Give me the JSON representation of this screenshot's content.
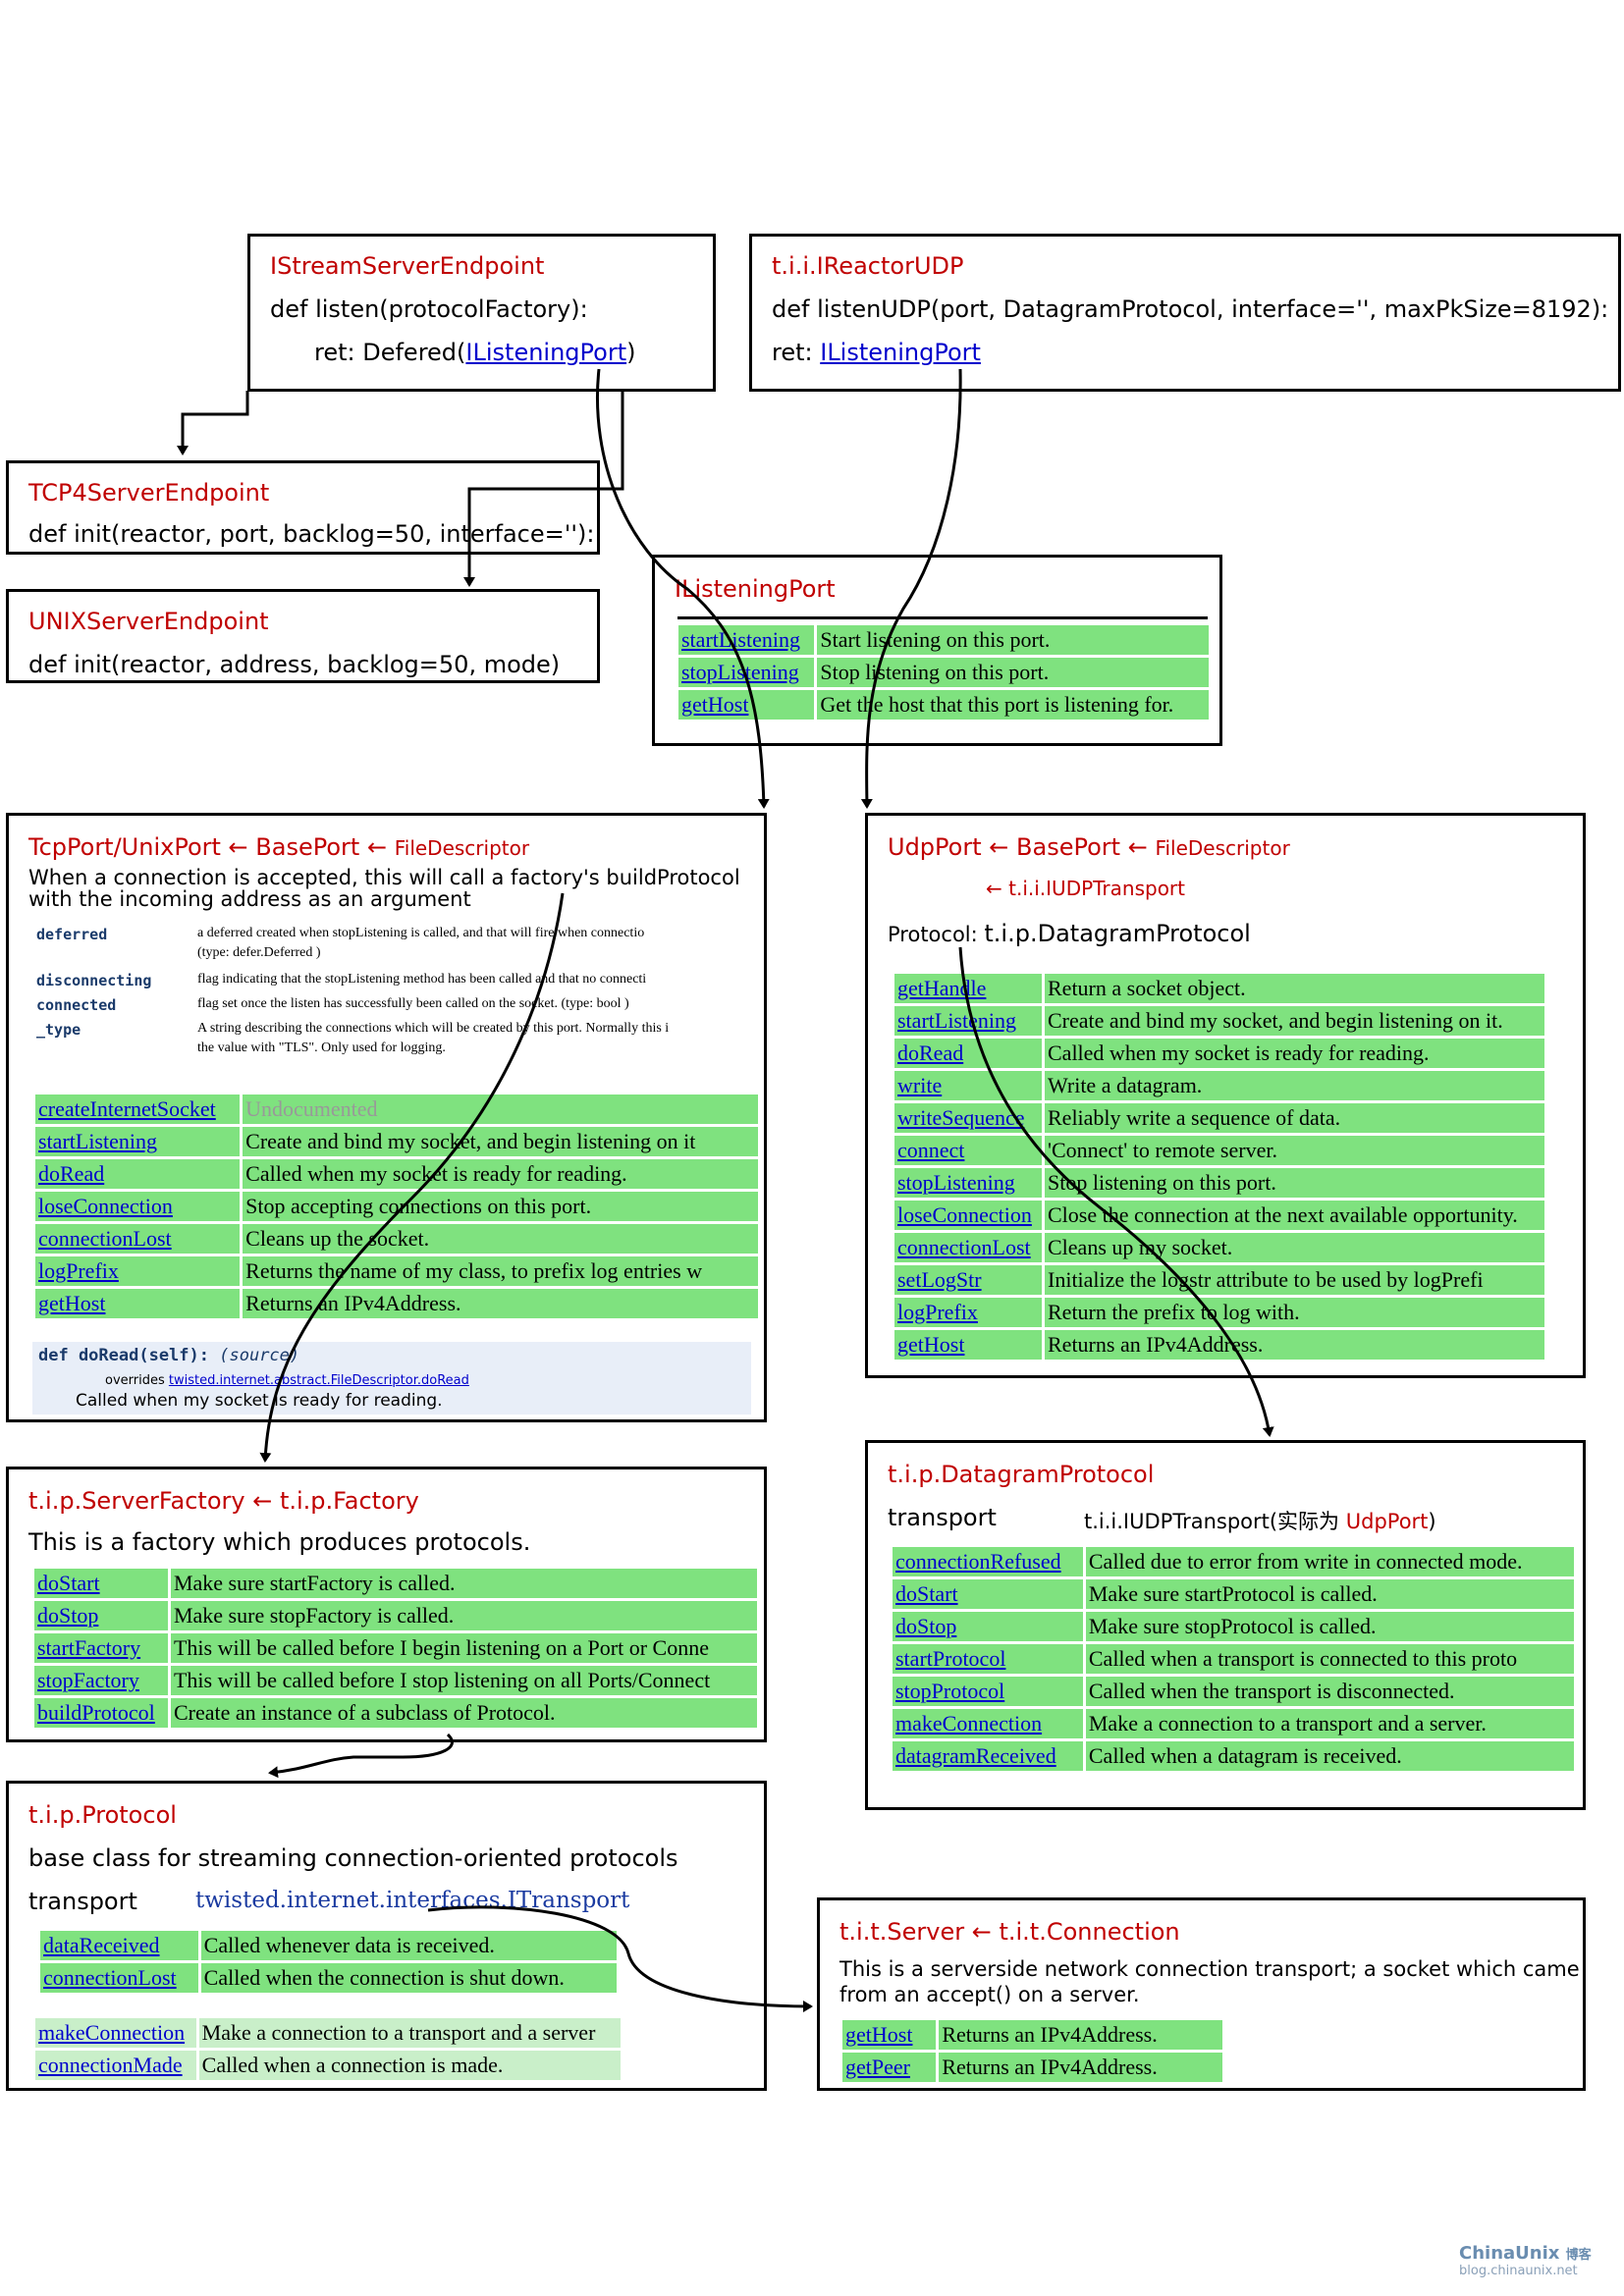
{
  "istream": {
    "title": "IStreamServerEndpoint",
    "line1": "def listen(protocolFactory):",
    "line2_prefix": "ret: Defered(",
    "line2_link": "IListeningPort",
    "line2_suffix": ")"
  },
  "ireactorudp": {
    "title": "t.i.i.IReactorUDP",
    "line1": "def listenUDP(port, DatagramProtocol, interface='', maxPkSize=8192):",
    "line2_prefix": "ret: ",
    "line2_link": "IListeningPort"
  },
  "tcp4": {
    "title": "TCP4ServerEndpoint",
    "line1": "def init(reactor, port, backlog=50, interface=''):"
  },
  "unix": {
    "title": "UNIXServerEndpoint",
    "line1": "def init(reactor, address, backlog=50, mode)"
  },
  "ilistening": {
    "title": "IListeningPort",
    "rows": [
      {
        "name": "startListening",
        "desc": "Start listening on this port."
      },
      {
        "name": "stopListening",
        "desc": "Stop listening on this port."
      },
      {
        "name": "getHost",
        "desc": "Get the host that this port is listening for."
      }
    ]
  },
  "tcpport": {
    "title_a": "TcpPort/UnixPort",
    "title_b": "BasePort",
    "title_c": "FileDescriptor",
    "desc": "When a connection is accepted, this will call a factory's buildProtocol with the incoming address as an argument",
    "attrs": [
      {
        "name": "deferred",
        "desc1": "a deferred created when stopListening is called, and that will fire when connectio",
        "desc2": "(type: defer.Deferred )"
      },
      {
        "name": "disconnecting",
        "desc1": "flag indicating that the stopListening method has been called and that no connecti",
        "desc2": ""
      },
      {
        "name": "connected",
        "desc1": "flag set once the listen has successfully been called on the socket. (type: bool )",
        "desc2": ""
      },
      {
        "name": "_type",
        "desc1": "A string describing the connections which will be created by this port. Normally this i",
        "desc2": "the value with \"TLS\". Only used for logging."
      }
    ],
    "rows": [
      {
        "name": "createInternetSocket",
        "desc": "Undocumented",
        "gray": true
      },
      {
        "name": "startListening",
        "desc": "Create and bind my socket, and begin listening on it"
      },
      {
        "name": "doRead",
        "desc": "Called when my socket is ready for reading."
      },
      {
        "name": "loseConnection",
        "desc": "Stop accepting connections on this port."
      },
      {
        "name": "connectionLost",
        "desc": "Cleans up the socket."
      },
      {
        "name": "logPrefix",
        "desc": "Returns the name of my class, to prefix log entries w"
      },
      {
        "name": "getHost",
        "desc": "Returns an IPv4Address."
      }
    ],
    "def_line": "def doRead(self):",
    "def_source": "(source)",
    "overrides_prefix": "overrides ",
    "overrides_link": "twisted.internet.abstract.FileDescriptor.doRead",
    "called": "Called when my socket is ready for reading."
  },
  "udpport": {
    "title_a": "UdpPort",
    "title_b": "BasePort",
    "title_c": "FileDescriptor",
    "title_d": "t.i.i.IUDPTransport",
    "protocol_label": "Protocol: ",
    "protocol_value": "t.i.p.DatagramProtocol",
    "rows": [
      {
        "name": "getHandle",
        "desc": "Return a socket object."
      },
      {
        "name": "startListening",
        "desc": "Create and bind my socket, and begin listening on it."
      },
      {
        "name": "doRead",
        "desc": "Called when my socket is ready for reading."
      },
      {
        "name": "write",
        "desc": "Write a datagram."
      },
      {
        "name": "writeSequence",
        "desc": "Reliably write a sequence of data."
      },
      {
        "name": "connect",
        "desc": "'Connect' to remote server."
      },
      {
        "name": "stopListening",
        "desc": "Stop listening on this port."
      },
      {
        "name": "loseConnection",
        "desc": "Close the connection at the next available opportunity."
      },
      {
        "name": "connectionLost",
        "desc": "Cleans up my socket."
      },
      {
        "name": "setLogStr",
        "desc": "Initialize the logstr attribute to be used by logPrefi"
      },
      {
        "name": "logPrefix",
        "desc": "Return the prefix to log with."
      },
      {
        "name": "getHost",
        "desc": "Returns an IPv4Address."
      }
    ]
  },
  "serverfactory": {
    "title_a": "t.i.p.ServerFactory",
    "title_b": "t.i.p.Factory",
    "desc": "This is a factory which produces protocols.",
    "rows": [
      {
        "name": "doStart",
        "desc": "Make sure startFactory is called."
      },
      {
        "name": "doStop",
        "desc": "Make sure stopFactory is called."
      },
      {
        "name": "startFactory",
        "desc": "This will be called before I begin listening on a Port or Conne"
      },
      {
        "name": "stopFactory",
        "desc": "This will be called before I stop listening on all Ports/Connect"
      },
      {
        "name": "buildProtocol",
        "desc": "Create an instance of a subclass of Protocol."
      }
    ]
  },
  "datagramprotocol": {
    "title": "t.i.p.DatagramProtocol",
    "transport_label": "transport",
    "transport_value": "t.i.i.IUDPTransport(实际为 ",
    "transport_red": "UdpPort",
    "transport_end": ")",
    "rows": [
      {
        "name": "connectionRefused",
        "desc": "Called due to error from write in connected mode."
      },
      {
        "name": "doStart",
        "desc": "Make sure startProtocol is called."
      },
      {
        "name": "doStop",
        "desc": "Make sure stopProtocol is called."
      },
      {
        "name": "startProtocol",
        "desc": "Called when a transport is connected to this proto"
      },
      {
        "name": "stopProtocol",
        "desc": "Called when the transport is disconnected."
      },
      {
        "name": "makeConnection",
        "desc": "Make a connection to a transport and a server."
      },
      {
        "name": "datagramReceived",
        "desc": "Called when a datagram is received."
      }
    ]
  },
  "protocol": {
    "title": "t.i.p.Protocol",
    "desc": "base class for streaming connection-oriented protocols",
    "transport_label": "transport",
    "transport_value": "twisted.internet.interfaces.ITransport",
    "rows": [
      {
        "name": "dataReceived",
        "desc": "Called whenever data is received."
      },
      {
        "name": "connectionLost",
        "desc": "Called when the connection is shut down."
      }
    ],
    "rows2": [
      {
        "name": "makeConnection",
        "desc": "Make a connection to a transport and a server"
      },
      {
        "name": "connectionMade",
        "desc": "Called when a connection is made."
      }
    ]
  },
  "titserver": {
    "title_a": "t.i.t.Server",
    "title_b": "t.i.t.Connection",
    "desc1": "This is a serverside network connection transport; a socket which came",
    "desc2": "from an accept() on a server.",
    "rows": [
      {
        "name": "getHost",
        "desc": "Returns an IPv4Address."
      },
      {
        "name": "getPeer",
        "desc": "Returns an IPv4Address."
      }
    ]
  },
  "watermark": {
    "brand": "ChinaUnix",
    "brand_cn": "博客",
    "url": "blog.chinaunix.net"
  },
  "arrow_glyph": "←"
}
